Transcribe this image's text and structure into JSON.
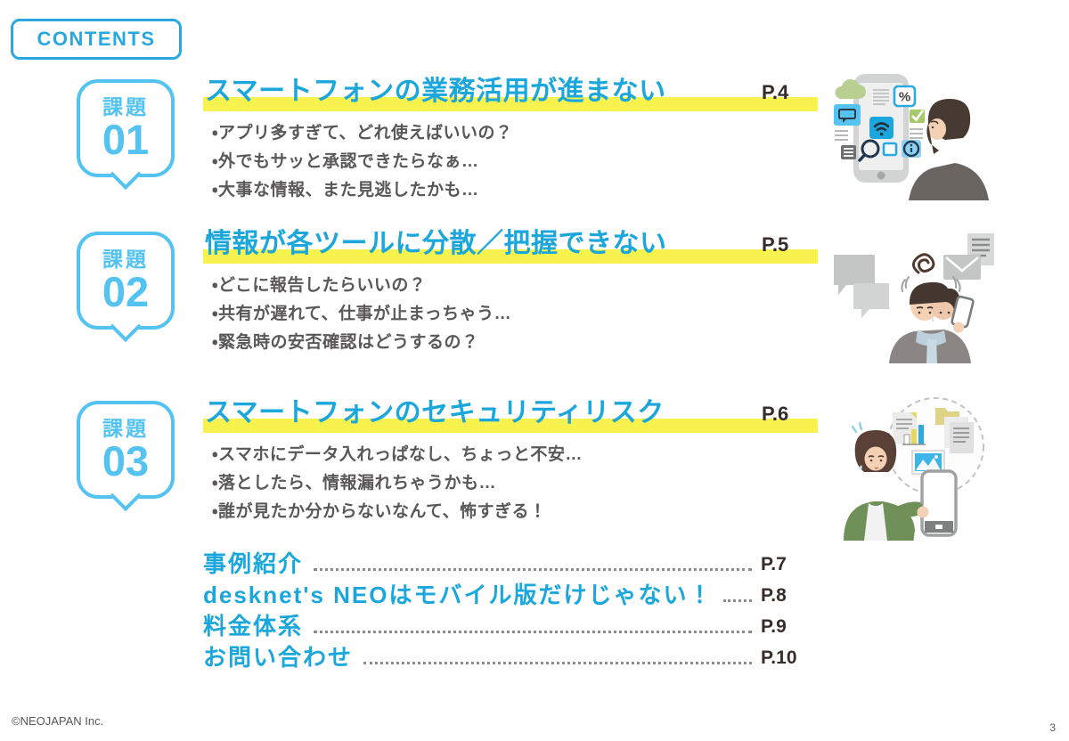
{
  "page": {
    "contents_label": "CONTENTS",
    "footer_copyright": "©NEOJAPAN Inc.",
    "page_number": "3"
  },
  "colors": {
    "accent_cyan": "#1ba7dc",
    "bubble_cyan": "#54c3f1",
    "highlight_yellow": "#f7f24e",
    "dark_text": "#362d2b",
    "body_gray": "#595757"
  },
  "sections": [
    {
      "badge_label": "課題",
      "badge_number": "01",
      "title": "スマートフォンの業務活用が進まない",
      "page_ref": "P.4",
      "bullets": [
        "・アプリ多すぎて、どれ使えばいいの？",
        "・外でもサッと承認できたらなぁ…",
        "・大事な情報、また見逃したかも…"
      ],
      "illustration": "man-looking-at-smartphone-app-icons"
    },
    {
      "badge_label": "課題",
      "badge_number": "02",
      "title": "情報が各ツールに分散／把握できない",
      "page_ref": "P.5",
      "bullets": [
        "・どこに報告したらいいの？",
        "・共有が遅れて、仕事が止まっちゃう…",
        "・緊急時の安否確認はどうするの？"
      ],
      "illustration": "confused-man-with-chat-mail-phone"
    },
    {
      "badge_label": "課題",
      "badge_number": "03",
      "title": "スマートフォンのセキュリティリスク",
      "page_ref": "P.6",
      "bullets": [
        "・スマホにデータ入れっぱなし、ちょっと不安…",
        "・落としたら、情報漏れちゃうかも…",
        "・誰が見たか分からないなんて、怖すぎる！"
      ],
      "illustration": "worried-woman-phone-data-leak"
    }
  ],
  "toc_items": [
    {
      "label": "事例紹介",
      "page_ref": "P.7"
    },
    {
      "label": "desknet's NEOはモバイル版だけじゃない！",
      "page_ref": "P.8"
    },
    {
      "label": "料金体系",
      "page_ref": "P.9"
    },
    {
      "label": "お問い合わせ",
      "page_ref": "P.10"
    }
  ]
}
